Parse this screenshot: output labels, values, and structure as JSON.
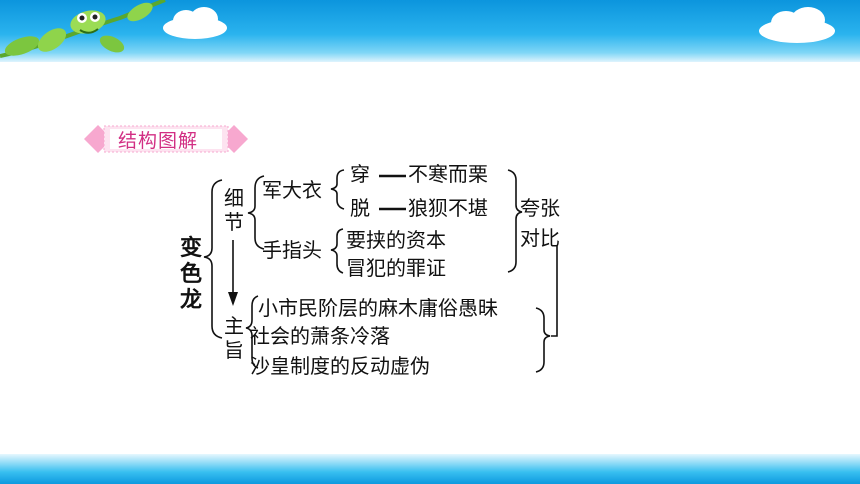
{
  "header": {
    "title": "结构图解"
  },
  "diagram": {
    "root": "变色龙",
    "detail_label": "细节",
    "theme_label": "主旨",
    "coat": "军大衣",
    "wear": "穿",
    "wear_desc": "不寒而栗",
    "take_off": "脱",
    "take_off_desc": "狼狈不堪",
    "finger": "手指头",
    "finger_1": "要挟的资本",
    "finger_2": "冒犯的罪证",
    "technique_1": "夸张",
    "technique_2": "对比",
    "theme_1": "小市民阶层的麻木庸俗愚昧",
    "theme_2": "社会的萧条冷落",
    "theme_3": "沙皇制度的反动虚伪"
  },
  "colors": {
    "title": "#d22f84",
    "banner": "#f7a8cf",
    "sky": "#0c95dd"
  }
}
